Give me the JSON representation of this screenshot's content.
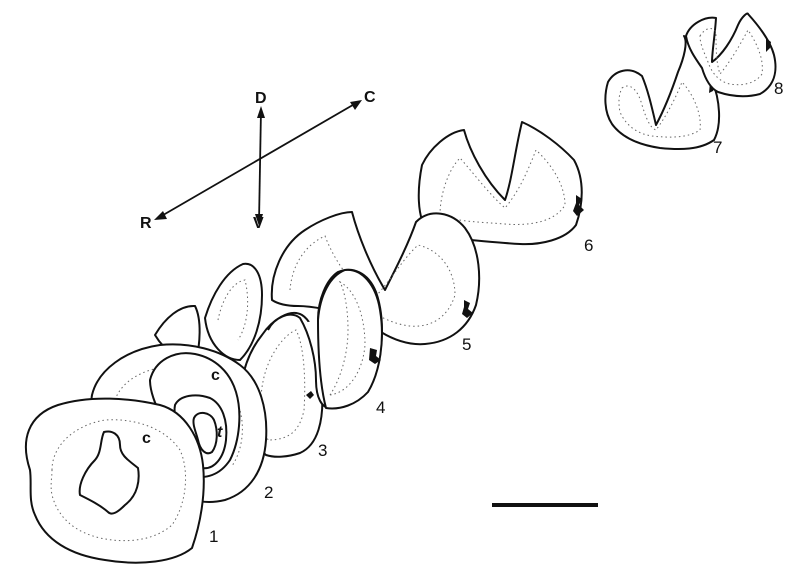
{
  "orientation": {
    "dorsal": "D",
    "ventral": "V",
    "rostral": "R",
    "caudal": "C"
  },
  "sections": [
    {
      "label": "1"
    },
    {
      "label": "2"
    },
    {
      "label": "3"
    },
    {
      "label": "4"
    },
    {
      "label": "5"
    },
    {
      "label": "6"
    },
    {
      "label": "7"
    },
    {
      "label": "8"
    }
  ],
  "region_labels": {
    "c_section1": "c",
    "c_section2": "c",
    "t_section2": "t"
  }
}
